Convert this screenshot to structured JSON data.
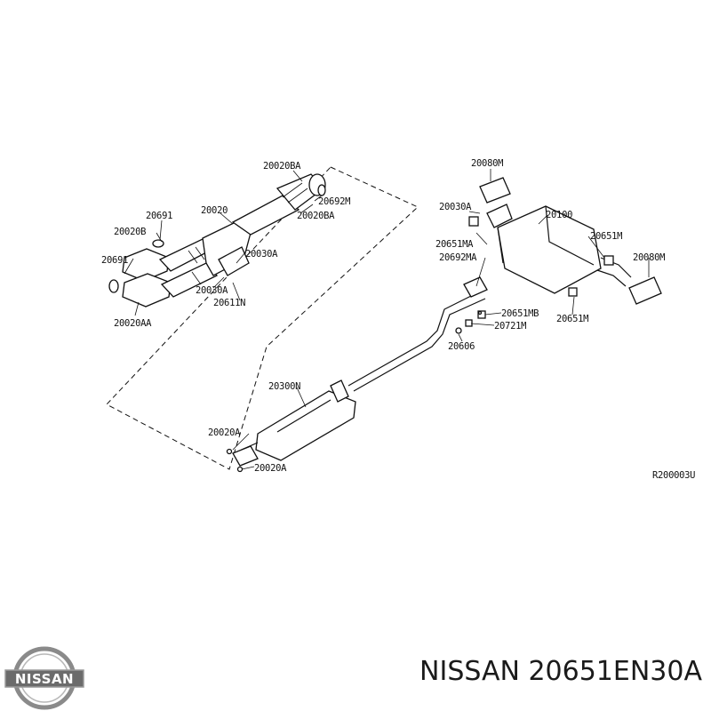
{
  "diagram": {
    "reference_code": "R200003U",
    "callouts": [
      {
        "id": "c1",
        "text": "20020BA"
      },
      {
        "id": "c2",
        "text": "20020"
      },
      {
        "id": "c3",
        "text": "20692M"
      },
      {
        "id": "c4",
        "text": "20020BA"
      },
      {
        "id": "c5",
        "text": "20691"
      },
      {
        "id": "c6",
        "text": "20020B"
      },
      {
        "id": "c7",
        "text": "20691"
      },
      {
        "id": "c8",
        "text": "20030A"
      },
      {
        "id": "c9",
        "text": "20030A"
      },
      {
        "id": "c10",
        "text": "20611N"
      },
      {
        "id": "c11",
        "text": "20020AA"
      },
      {
        "id": "c12",
        "text": "20080M"
      },
      {
        "id": "c13",
        "text": "20030A"
      },
      {
        "id": "c14",
        "text": "20100"
      },
      {
        "id": "c15",
        "text": "20651MA"
      },
      {
        "id": "c16",
        "text": "20651M"
      },
      {
        "id": "c17",
        "text": "20692MA"
      },
      {
        "id": "c18",
        "text": "20080M"
      },
      {
        "id": "c19",
        "text": "20651MB"
      },
      {
        "id": "c20",
        "text": "20651M"
      },
      {
        "id": "c21",
        "text": "20721M"
      },
      {
        "id": "c22",
        "text": "20606"
      },
      {
        "id": "c23",
        "text": "20300N"
      },
      {
        "id": "c24",
        "text": "20020A"
      },
      {
        "id": "c25",
        "text": "20020A"
      }
    ]
  },
  "footer": {
    "title": "NISSAN 20651EN30A"
  },
  "logo": {
    "text": "NISSAN",
    "colors": {
      "badge": "#8a8a8a",
      "bar": "#6b6b6b",
      "text": "#ffffff"
    }
  }
}
